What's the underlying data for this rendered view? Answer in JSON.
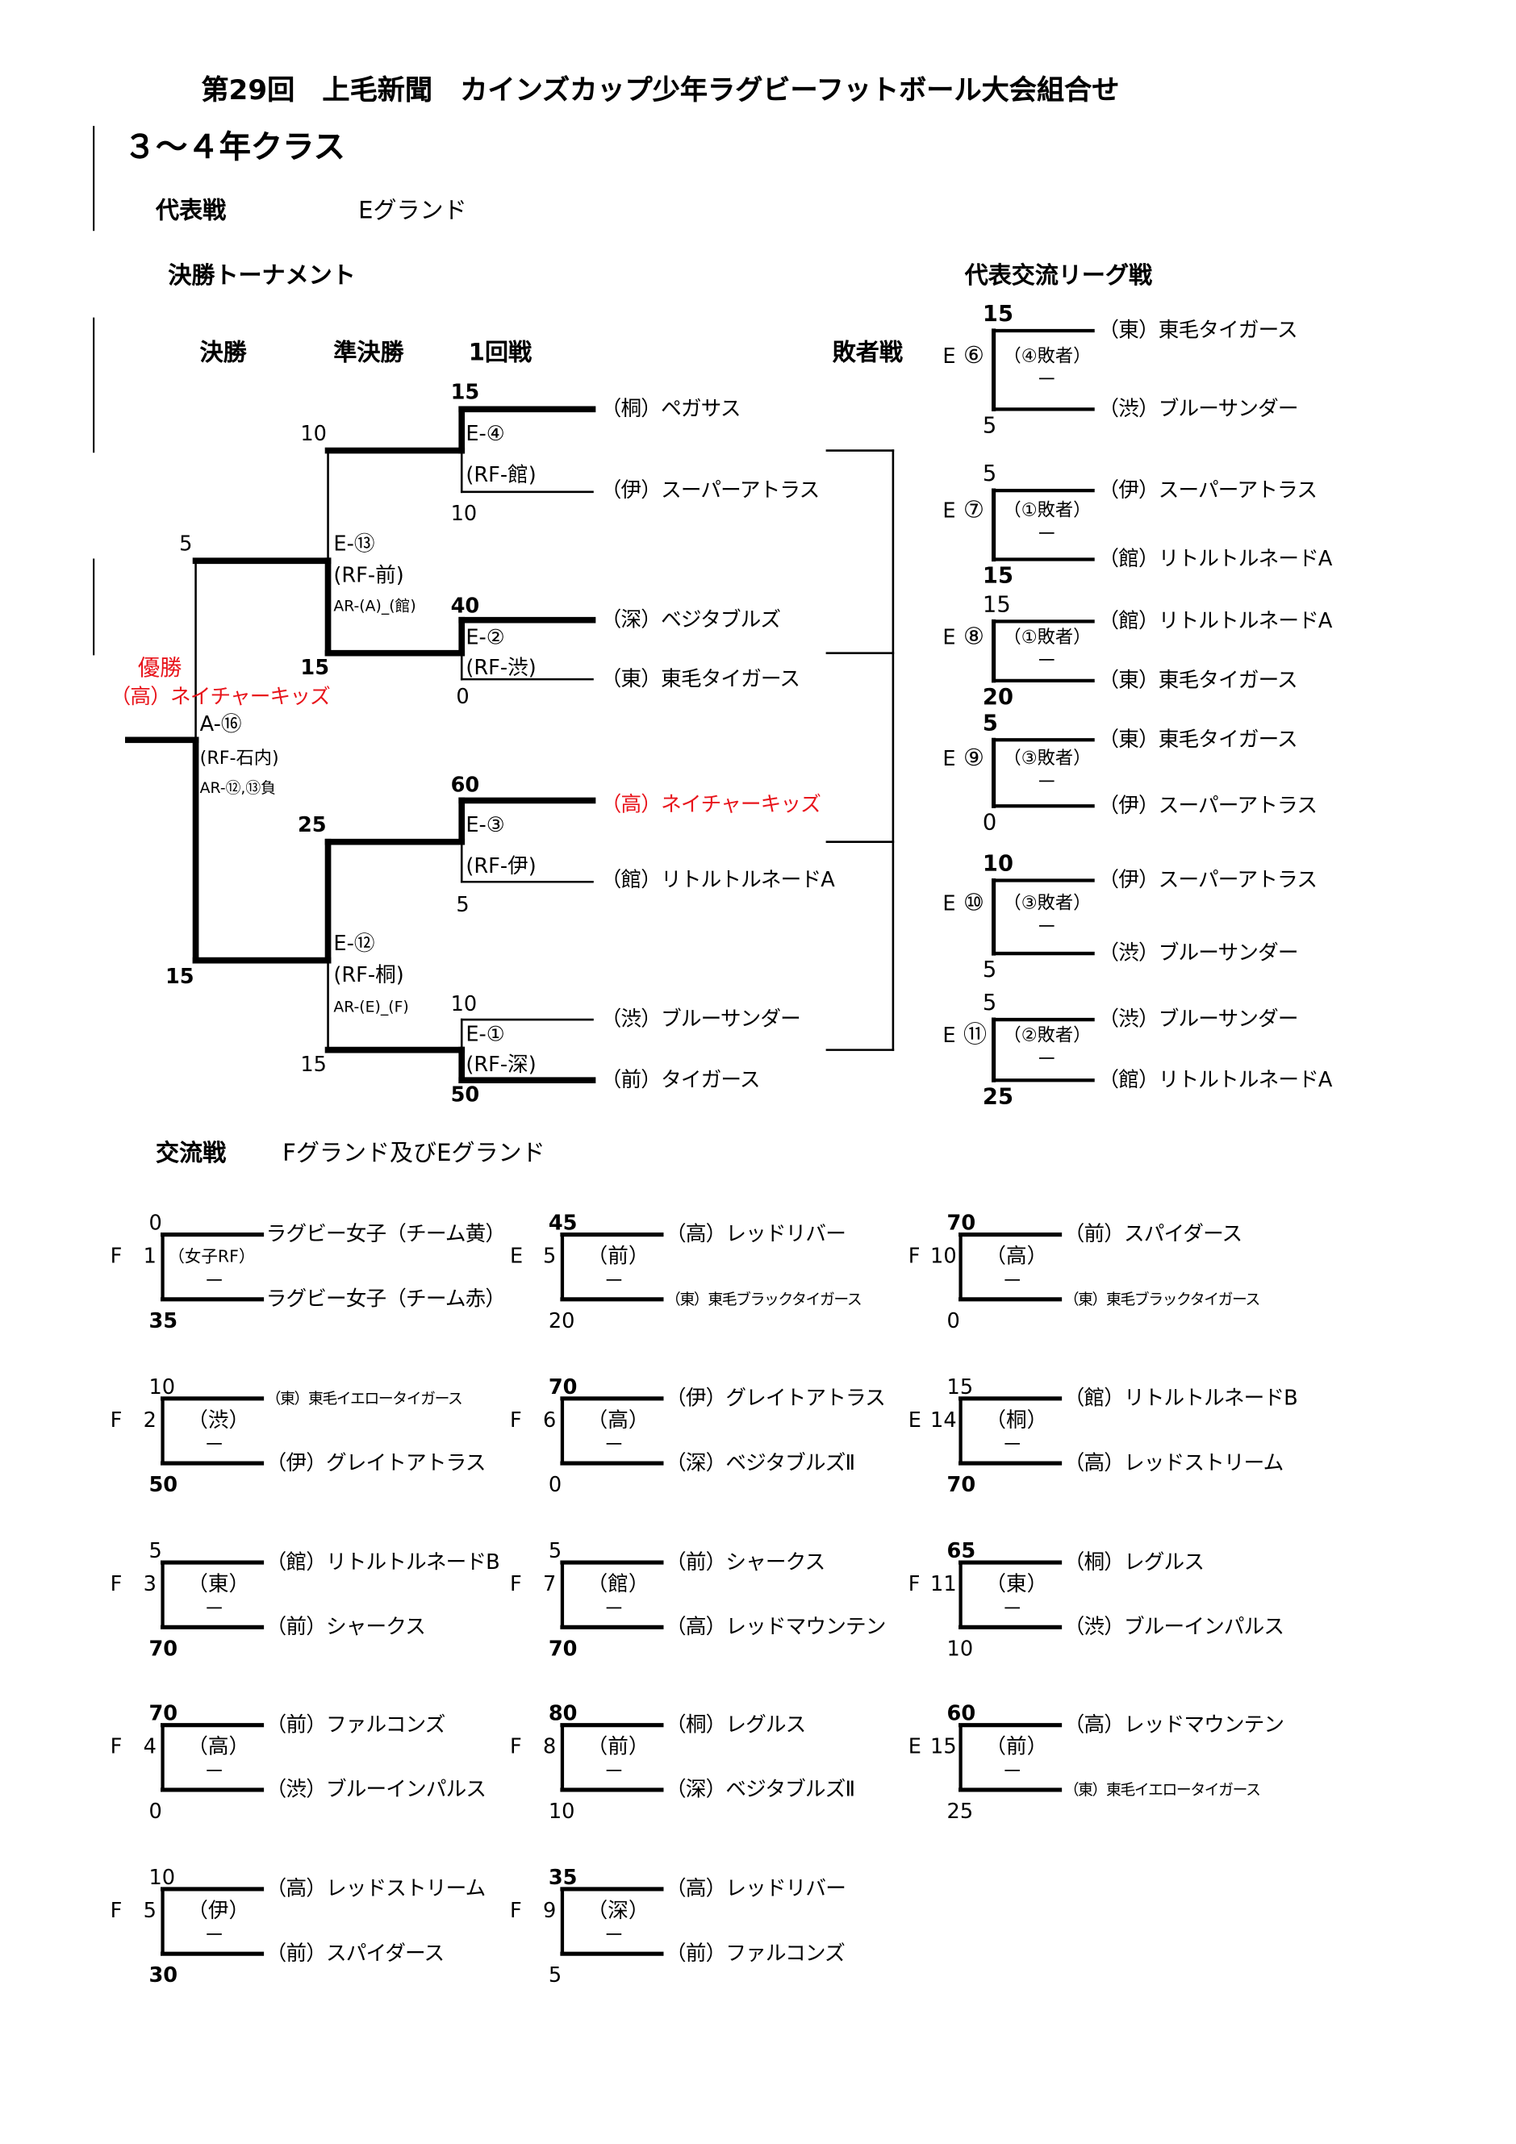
{
  "title": "第29回　上毛新聞　カインズカップ少年ラグビーフットボール大会組合せ",
  "class_title": "３～４年クラス",
  "representative": {
    "label": "代表戦",
    "ground": "Eグランド"
  },
  "tournament": {
    "heading": "決勝トーナメント",
    "round_headers": {
      "final": "決勝",
      "semifinal": "準決勝",
      "first_round": "1回戦",
      "losers": "敗者戦"
    },
    "champion_label": "優勝",
    "champion": "（高）ネイチャーキッズ",
    "colors": {
      "champion": "#e8141b"
    },
    "teams": [
      "（桐）ペガサス",
      "（伊）スーパーアトラス",
      "（深）ベジタブルズ",
      "（東）東毛タイガース",
      "（高）ネイチャーキッズ",
      "（館）リトルトルネードA",
      "（渋）ブルーサンダー",
      "（前）タイガース"
    ],
    "first_round": [
      {
        "id": "E-④",
        "ref": "(RF-館)",
        "score_top": "15",
        "score_bottom": "10"
      },
      {
        "id": "E-②",
        "ref": "(RF-渋)",
        "score_top": "40",
        "score_bottom": "0"
      },
      {
        "id": "E-③",
        "ref": "(RF-伊)",
        "score_top": "60",
        "score_bottom": "5"
      },
      {
        "id": "E-①",
        "ref": "(RF-深)",
        "score_top": "10",
        "score_bottom": "50"
      }
    ],
    "semifinals": [
      {
        "id": "E-⑬",
        "ref": "(RF-前)",
        "ar": "AR-(A)_(館)",
        "score_top": "10",
        "score_bottom": "15"
      },
      {
        "id": "E-⑫",
        "ref": "(RF-桐)",
        "ar": "AR-(E)_(F)",
        "score_top": "25",
        "score_bottom": "15"
      }
    ],
    "final": {
      "id": "A-⑯",
      "ref": "(RF-石内)",
      "ar": "AR-⑫,⑬負",
      "score_top": "5",
      "score_bottom": "15"
    }
  },
  "league": {
    "heading": "代表交流リーグ戦",
    "matches": [
      {
        "ground": "E",
        "no": "⑥",
        "note": "（④敗者）",
        "dash": "－",
        "top": "（東）東毛タイガース",
        "bottom": "（渋）ブルーサンダー",
        "score_top": "15",
        "score_bottom": "5"
      },
      {
        "ground": "E",
        "no": "⑦",
        "note": "（①敗者）",
        "dash": "－",
        "top": "（伊）スーパーアトラス",
        "bottom": "（館）リトルトルネードA",
        "score_top": "5",
        "score_bottom": "15"
      },
      {
        "ground": "E",
        "no": "⑧",
        "note": "（①敗者）",
        "dash": "－",
        "top": "（館）リトルトルネードA",
        "bottom": "（東）東毛タイガース",
        "score_top": "15",
        "score_bottom": "20"
      },
      {
        "ground": "E",
        "no": "⑨",
        "note": "（③敗者）",
        "dash": "－",
        "top": "（東）東毛タイガース",
        "bottom": "（伊）スーパーアトラス",
        "score_top": "5",
        "score_bottom": "0"
      },
      {
        "ground": "E",
        "no": "⑩",
        "note": "（③敗者）",
        "dash": "－",
        "top": "（伊）スーパーアトラス",
        "bottom": "（渋）ブルーサンダー",
        "score_top": "10",
        "score_bottom": "5"
      },
      {
        "ground": "E",
        "no": "⑪",
        "note": "（②敗者）",
        "dash": "－",
        "top": "（渋）ブルーサンダー",
        "bottom": "（館）リトルトルネードA",
        "score_top": "5",
        "score_bottom": "25"
      }
    ]
  },
  "exchange": {
    "label": "交流戦",
    "grounds": "Fグランド及びEグランド",
    "columns": [
      [
        {
          "ground": "F",
          "no": "1",
          "ref": "（女子RF）",
          "dash": "－",
          "top": "ラグビー女子（チーム黄）",
          "bottom": "ラグビー女子（チーム赤）",
          "score_top": "0",
          "score_bottom": "35"
        },
        {
          "ground": "F",
          "no": "2",
          "ref": "（渋）",
          "dash": "－",
          "top": "（東）東毛イエロータイガース",
          "bottom": "（伊）グレイトアトラス",
          "score_top": "10",
          "score_bottom": "50"
        },
        {
          "ground": "F",
          "no": "3",
          "ref": "（東）",
          "dash": "－",
          "top": "（館）リトルトルネードB",
          "bottom": "（前）シャークス",
          "score_top": "5",
          "score_bottom": "70"
        },
        {
          "ground": "F",
          "no": "4",
          "ref": "（高）",
          "dash": "－",
          "top": "（前）ファルコンズ",
          "bottom": "（渋）ブルーインパルス",
          "score_top": "70",
          "score_bottom": "0"
        },
        {
          "ground": "F",
          "no": "5",
          "ref": "（伊）",
          "dash": "－",
          "top": "（高）レッドストリーム",
          "bottom": "（前）スパイダース",
          "score_top": "10",
          "score_bottom": "30"
        }
      ],
      [
        {
          "ground": "E",
          "no": "5",
          "ref": "（前）",
          "dash": "－",
          "top": "（高）レッドリバー",
          "bottom": "（東）東毛ブラックタイガース",
          "score_top": "45",
          "score_bottom": "20"
        },
        {
          "ground": "F",
          "no": "6",
          "ref": "（高）",
          "dash": "－",
          "top": "（伊）グレイトアトラス",
          "bottom": "（深）ベジタブルズⅡ",
          "score_top": "70",
          "score_bottom": "0"
        },
        {
          "ground": "F",
          "no": "7",
          "ref": "（館）",
          "dash": "－",
          "top": "（前）シャークス",
          "bottom": "（高）レッドマウンテン",
          "score_top": "5",
          "score_bottom": "70"
        },
        {
          "ground": "F",
          "no": "8",
          "ref": "（前）",
          "dash": "－",
          "top": "（桐）レグルス",
          "bottom": "（深）ベジタブルズⅡ",
          "score_top": "80",
          "score_bottom": "10"
        },
        {
          "ground": "F",
          "no": "9",
          "ref": "（深）",
          "dash": "－",
          "top": "（高）レッドリバー",
          "bottom": "（前）ファルコンズ",
          "score_top": "35",
          "score_bottom": "5"
        }
      ],
      [
        {
          "ground": "F",
          "no": "10",
          "ref": "（高）",
          "dash": "－",
          "top": "（前）スパイダース",
          "bottom": "（東）東毛ブラックタイガース",
          "score_top": "70",
          "score_bottom": "0"
        },
        {
          "ground": "E",
          "no": "14",
          "ref": "（桐）",
          "dash": "－",
          "top": "（館）リトルトルネードB",
          "bottom": "（高）レッドストリーム",
          "score_top": "15",
          "score_bottom": "70"
        },
        {
          "ground": "F",
          "no": "11",
          "ref": "（東）",
          "dash": "－",
          "top": "（桐）レグルス",
          "bottom": "（渋）ブルーインパルス",
          "score_top": "65",
          "score_bottom": "10"
        },
        {
          "ground": "E",
          "no": "15",
          "ref": "（前）",
          "dash": "－",
          "top": "（高）レッドマウンテン",
          "bottom": "（東）東毛イエロータイガース",
          "score_top": "60",
          "score_bottom": "25"
        }
      ]
    ]
  }
}
